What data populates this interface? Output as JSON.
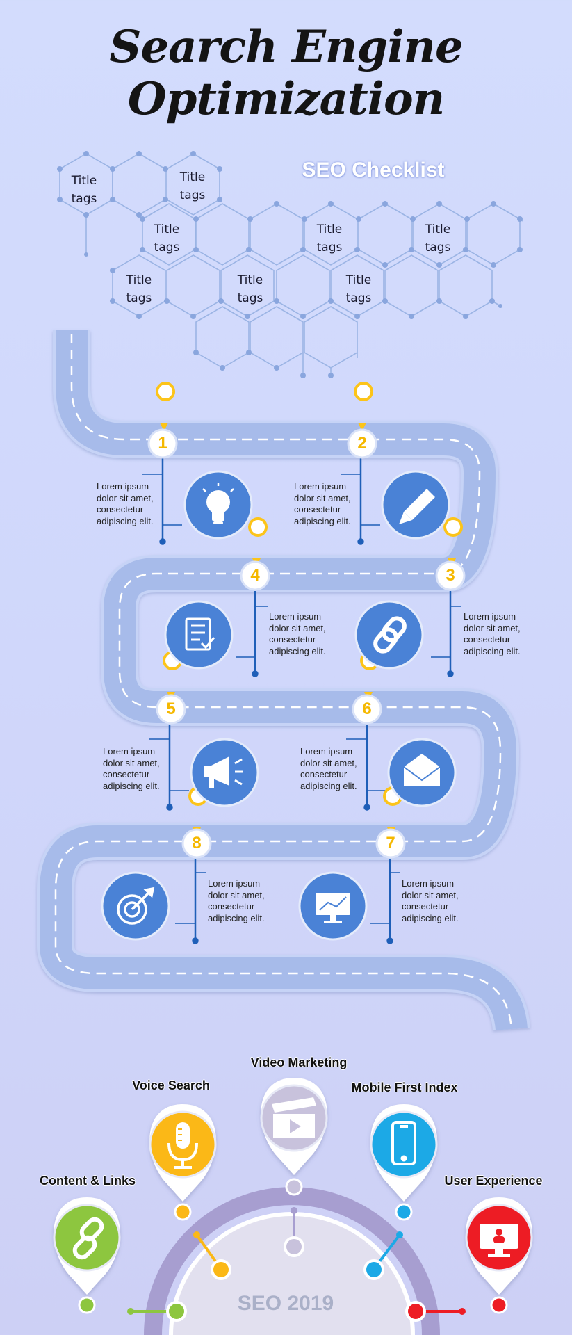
{
  "header": {
    "title": "Search Engine Optimization"
  },
  "checklist": {
    "title": "SEO Checklist",
    "hex_labels": [
      {
        "line1": "Title",
        "line2": "tags"
      },
      {
        "line1": "Title",
        "line2": "tags"
      },
      {
        "line1": "Title",
        "line2": "tags"
      },
      {
        "line1": "Title",
        "line2": "tags"
      },
      {
        "line1": "Title",
        "line2": "tags"
      },
      {
        "line1": "Title",
        "line2": "tags"
      },
      {
        "line1": "Title",
        "line2": "tags"
      },
      {
        "line1": "Title",
        "line2": "tags"
      }
    ]
  },
  "roadmap": {
    "steps": [
      {
        "number": "1",
        "icon": "lightbulb-icon",
        "lines": [
          "Lorem ipsum",
          "dolor sit amet,",
          "consectetur",
          "adipiscing elit."
        ]
      },
      {
        "number": "2",
        "icon": "pencil-icon",
        "lines": [
          "Lorem ipsum",
          "dolor sit amet,",
          "consectetur",
          "adipiscing elit."
        ]
      },
      {
        "number": "3",
        "icon": "link-icon",
        "lines": [
          "Lorem ipsum",
          "dolor sit amet,",
          "consectetur",
          "adipiscing elit."
        ]
      },
      {
        "number": "4",
        "icon": "checklist-icon",
        "lines": [
          "Lorem ipsum",
          "dolor sit amet,",
          "consectetur",
          "adipiscing elit."
        ]
      },
      {
        "number": "5",
        "icon": "megaphone-icon",
        "lines": [
          "Lorem ipsum",
          "dolor sit amet,",
          "consectetur",
          "adipiscing elit."
        ]
      },
      {
        "number": "6",
        "icon": "envelope-icon",
        "lines": [
          "Lorem ipsum",
          "dolor sit amet,",
          "consectetur",
          "adipiscing elit."
        ]
      },
      {
        "number": "7",
        "icon": "monitor-chart-icon",
        "lines": [
          "Lorem ipsum",
          "dolor sit amet,",
          "consectetur",
          "adipiscing elit."
        ]
      },
      {
        "number": "8",
        "icon": "target-icon",
        "lines": [
          "Lorem ipsum",
          "dolor sit amet,",
          "consectetur",
          "adipiscing elit."
        ]
      }
    ]
  },
  "seo2019": {
    "center_label": "SEO 2019",
    "pins": [
      {
        "label": "Content & Links",
        "icon": "link-icon",
        "color": "#8dc63f"
      },
      {
        "label": "Voice Search",
        "icon": "microphone-icon",
        "color": "#fbb817"
      },
      {
        "label": "Video Marketing",
        "icon": "video-clapper-icon",
        "color": "#c8c2dc"
      },
      {
        "label": "Mobile First Index",
        "icon": "smartphone-icon",
        "color": "#1ca9e6"
      },
      {
        "label": "User Experience",
        "icon": "user-monitor-icon",
        "color": "#ed1c24"
      }
    ]
  },
  "colors": {
    "road": "#a7bbea",
    "road_border": "#c9d6f7",
    "step_circle": "#4a82d6",
    "pin_yellow": "#fcc419",
    "leader_line": "#1f5fb8"
  }
}
